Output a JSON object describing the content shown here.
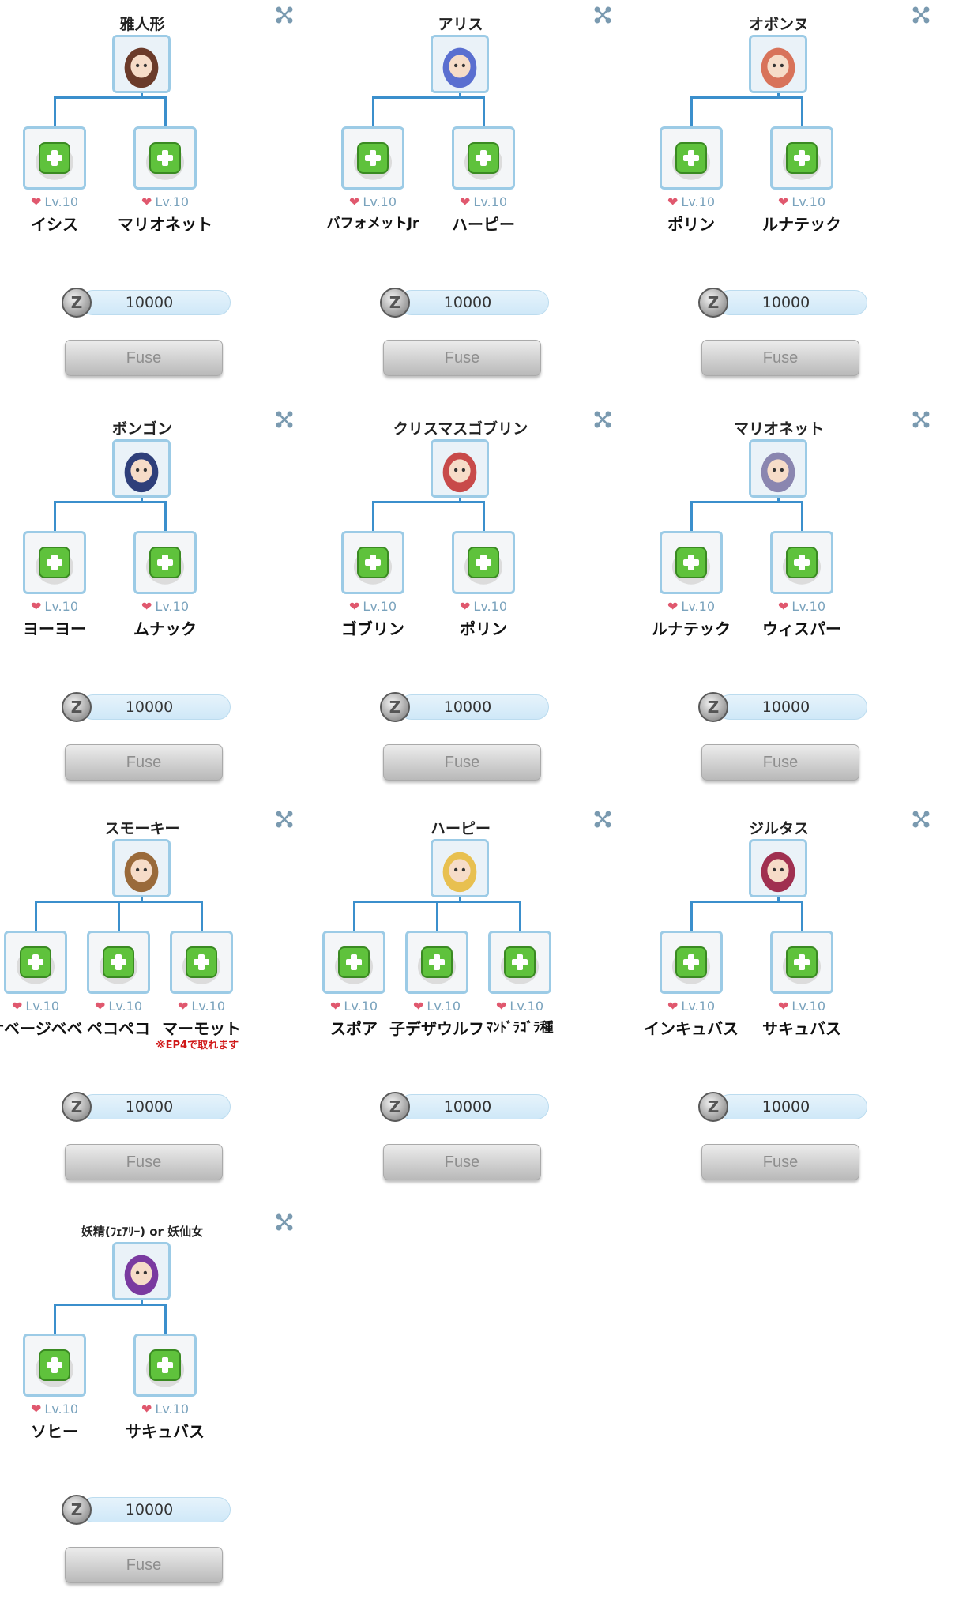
{
  "level_label": "Lv.10",
  "fuse_label": "Fuse",
  "zeny_symbol": "Z",
  "colors": {
    "accent_line": "#3b8fcc",
    "plus_green": "#5fc23c",
    "heart": "#e0586e",
    "note_red": "#d01818"
  },
  "cards": [
    {
      "title": "雅人形",
      "cost": "10000",
      "materials": [
        {
          "name": "イシス"
        },
        {
          "name": "マリオネット"
        }
      ]
    },
    {
      "title": "アリス",
      "cost": "10000",
      "materials": [
        {
          "name": "バフォメットJr"
        },
        {
          "name": "ハーピー"
        }
      ]
    },
    {
      "title": "オボンヌ",
      "cost": "10000",
      "materials": [
        {
          "name": "ポリン"
        },
        {
          "name": "ルナテック"
        }
      ]
    },
    {
      "title": "ボンゴン",
      "cost": "10000",
      "materials": [
        {
          "name": "ヨーヨー"
        },
        {
          "name": "ムナック"
        }
      ]
    },
    {
      "title": "クリスマスゴブリン",
      "cost": "10000",
      "materials": [
        {
          "name": "ゴブリン"
        },
        {
          "name": "ポリン"
        }
      ]
    },
    {
      "title": "マリオネット",
      "cost": "10000",
      "materials": [
        {
          "name": "ルナテック"
        },
        {
          "name": "ウィスパー"
        }
      ]
    },
    {
      "title": "スモーキー",
      "cost": "10000",
      "materials": [
        {
          "name": "サベージベベ"
        },
        {
          "name": "ペコペコ"
        },
        {
          "name": "マーモット",
          "note": "※EP4で取れます"
        }
      ]
    },
    {
      "title": "ハーピー",
      "cost": "10000",
      "materials": [
        {
          "name": "スポア"
        },
        {
          "name": "子デザウルフ"
        },
        {
          "name": "ﾏﾝﾄﾞﾗｺﾞﾗ種"
        }
      ]
    },
    {
      "title": "ジルタス",
      "cost": "10000",
      "materials": [
        {
          "name": "インキュバス"
        },
        {
          "name": "サキュバス"
        }
      ]
    },
    {
      "title": "妖精(ﾌｪｱﾘｰ) or 妖仙女",
      "cost": "10000",
      "materials": [
        {
          "name": "ソヒー"
        },
        {
          "name": "サキュバス"
        }
      ]
    }
  ]
}
